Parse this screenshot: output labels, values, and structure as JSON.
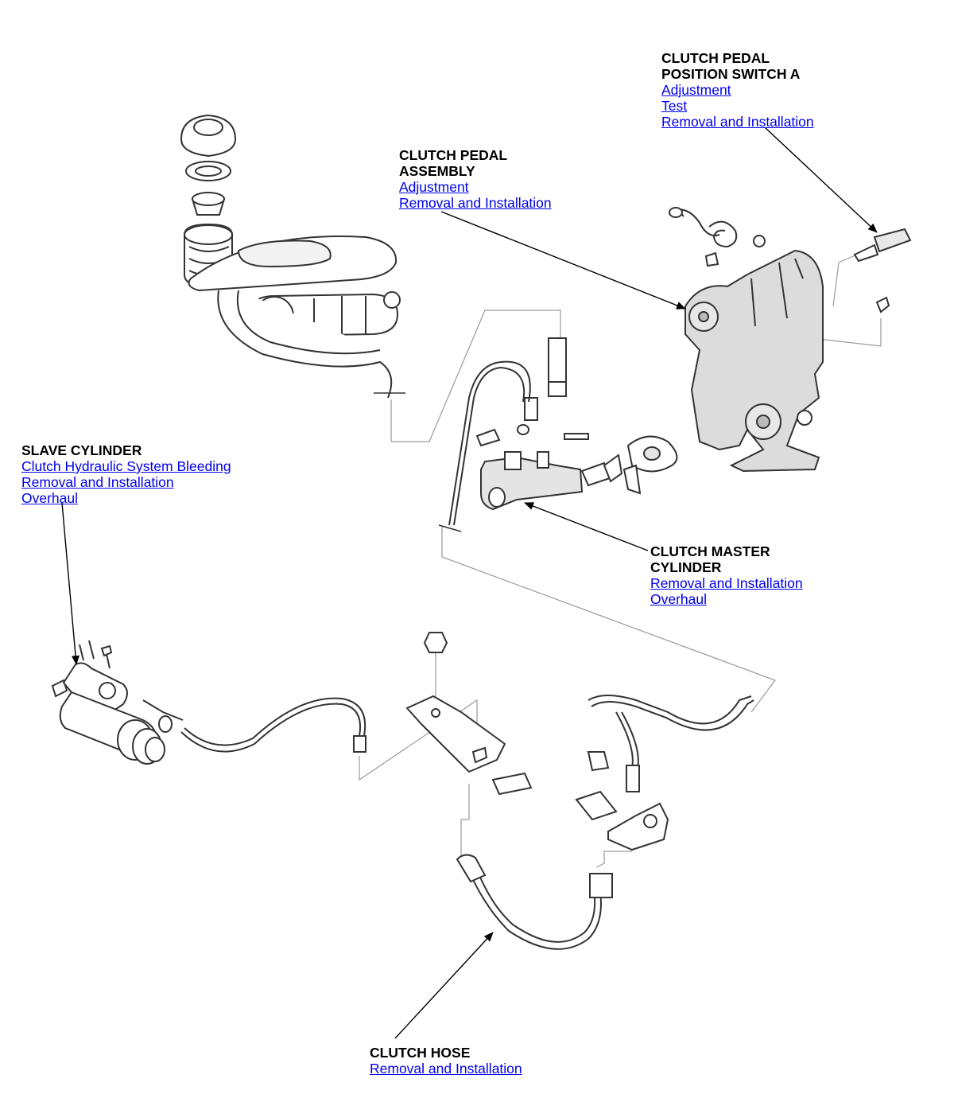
{
  "callouts": {
    "switch": {
      "title_lines": [
        "CLUTCH PEDAL",
        "POSITION SWITCH A"
      ],
      "links": [
        "Adjustment",
        "Test",
        "Removal and Installation"
      ]
    },
    "pedal": {
      "title_lines": [
        "CLUTCH PEDAL",
        "ASSEMBLY"
      ],
      "links": [
        "Adjustment",
        "Removal and Installation"
      ]
    },
    "slave": {
      "title_lines": [
        "SLAVE CYLINDER"
      ],
      "links": [
        "Clutch Hydraulic System Bleeding",
        "Removal and Installation",
        "Overhaul"
      ]
    },
    "master": {
      "title_lines": [
        "CLUTCH MASTER",
        "CYLINDER"
      ],
      "links": [
        "Removal and Installation",
        "Overhaul"
      ]
    },
    "hose": {
      "title_lines": [
        "CLUTCH HOSE"
      ],
      "links": [
        "Removal and Installation"
      ]
    }
  },
  "colors": {
    "link": "#0000ee",
    "text": "#000000",
    "line_art": "#333333",
    "part_fill": "#dcdcdc",
    "leader_thin": "#9a9a9a"
  }
}
